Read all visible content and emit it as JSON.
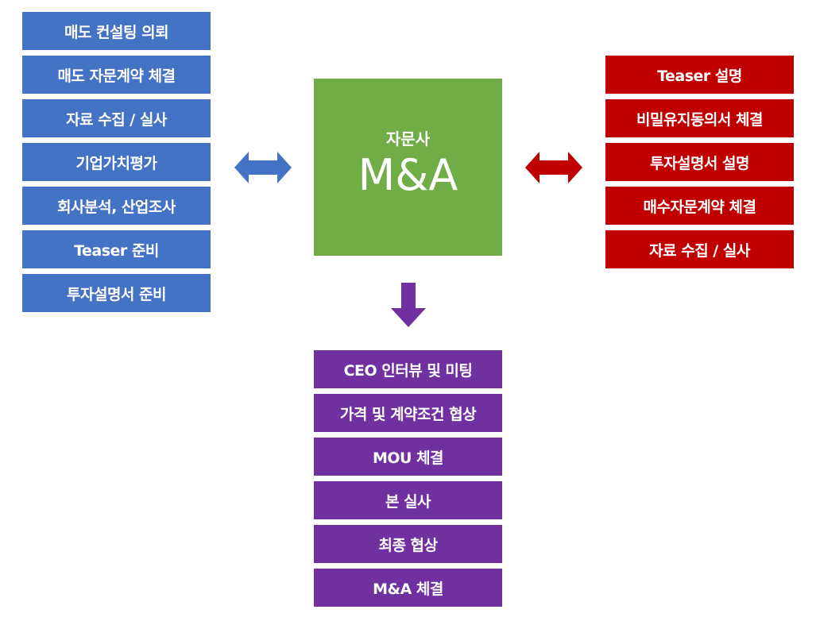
{
  "sell_side": {
    "items": [
      "매도 컨설팅 의뢰",
      "매도 자문계약 체결",
      "자료 수집 / 실사",
      "기업가치평가",
      "회사분석, 산업조사",
      "Teaser 준비",
      "투자설명서 준비"
    ]
  },
  "center": {
    "subtitle": "자문사",
    "title": "M&A"
  },
  "buy_side": {
    "items": [
      "Teaser 설명",
      "비밀유지동의서 체결",
      "투자설명서 설명",
      "매수자문계약 체결",
      "자료 수집 / 실사"
    ]
  },
  "process": {
    "items": [
      "CEO 인터뷰 및 미팅",
      "가격 및 계약조건 협상",
      "MOU 체결",
      "본 실사",
      "최종 협상",
      "M&A 체결"
    ]
  },
  "colors": {
    "sell": "#4472c4",
    "center": "#70ad47",
    "buy": "#c00000",
    "process": "#7030a0"
  },
  "icons": {
    "left_arrow": "double-arrow-icon",
    "right_arrow": "double-arrow-icon",
    "down_arrow": "arrow-down-icon"
  }
}
